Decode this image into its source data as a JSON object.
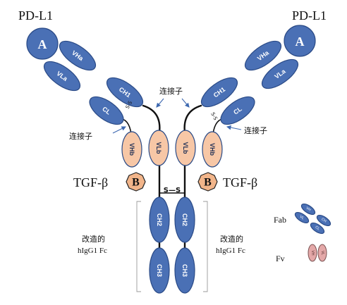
{
  "targets": {
    "left": "PD-L1",
    "right": "PD-L1",
    "tgf_left": "TGF-β",
    "tgf_right": "TGF-β"
  },
  "markers": {
    "a": "A",
    "b": "B"
  },
  "domains": {
    "vha": "VHa",
    "vla": "VLa",
    "ch1": "CH1",
    "cl": "CL",
    "vhb": "VHb",
    "vlb": "VLb",
    "ch2": "CH2",
    "ch3": "CH3"
  },
  "bonds": {
    "disulfide": "S-S",
    "hinge_disulfide": "S—S"
  },
  "annotations": {
    "linker": "连接子",
    "modified_fc_line1": "改造的",
    "modified_fc_line2": "hIgG1 Fc"
  },
  "legend": {
    "fab": "Fab",
    "fv": "Fv",
    "mini_vh": "VH",
    "mini_vl": "VL",
    "mini_ch": "CH",
    "mini_cl": "CL"
  },
  "colors": {
    "domain_blue": "#4a70b5",
    "vhb_vlb_peach": "#f7c7a6",
    "fv_pink": "#e4a8a8",
    "arrow_blue": "#3e69b0"
  }
}
